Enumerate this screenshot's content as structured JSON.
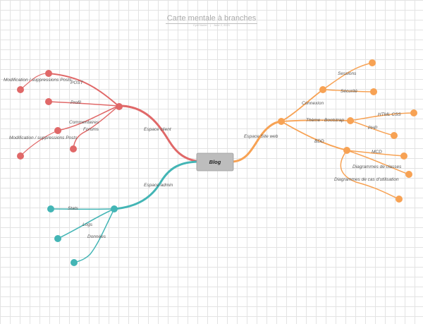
{
  "header": {
    "title": "Carte mentale à branches",
    "author": "Cyril Nurler",
    "date": "June 2, 2021"
  },
  "colors": {
    "client": "#e06868",
    "admin": "#43b5b5",
    "web": "#f7a254",
    "center_fill": "#bdbdbd",
    "center_stroke": "#9e9e9e"
  },
  "center": {
    "label": "Blog"
  },
  "branches": {
    "client": {
      "label": "Espace client",
      "post": "POST",
      "post_child": "Modification / suppressions Posts",
      "profil": "Profil",
      "commentaires": "Commentaires",
      "commentaires_child": "Modification / suppressions Posts",
      "forums": "Forums"
    },
    "admin": {
      "label": "Espace admin",
      "stats": "Stats",
      "logs": "Logs",
      "donnees": "Données"
    },
    "web": {
      "label": "Espace Site web",
      "connexion": "Connexion",
      "sessions": "Sessions",
      "securite": "Sécurité",
      "theme": "Thème - Bootstrap",
      "html_css": "HTML CSS",
      "php": "PHP",
      "bdd": "BDD",
      "mcd": "MCD",
      "diag_classes": "Diagrammes de classes",
      "diag_cas": "Diagrammes de cas d'utilisation"
    }
  }
}
